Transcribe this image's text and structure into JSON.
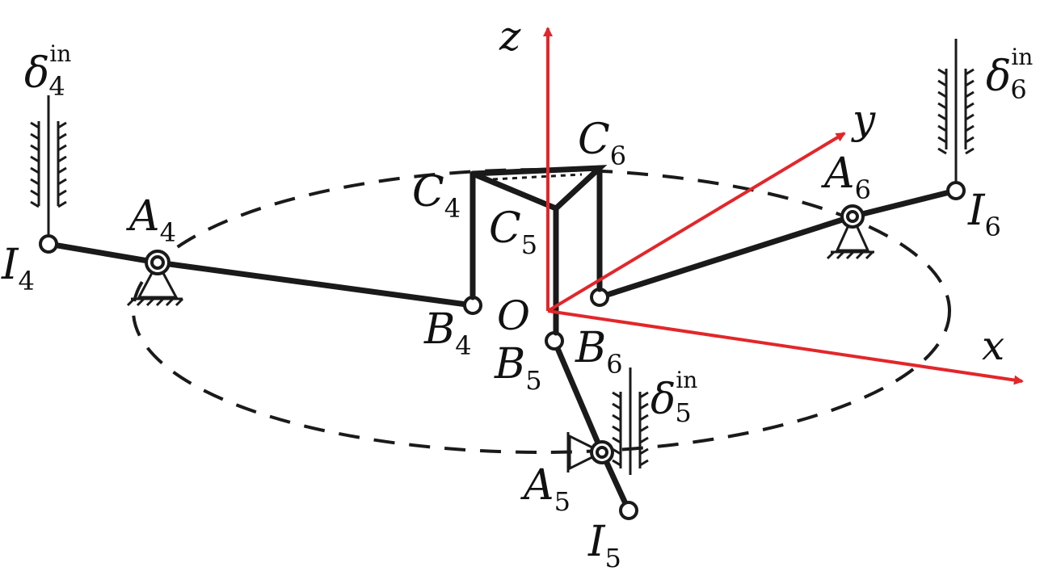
{
  "axes": {
    "x": "x",
    "y": "y",
    "z": "z",
    "origin": "O",
    "color": "#e3262a"
  },
  "joints": {
    "I4": {
      "base": "I",
      "sub": "4"
    },
    "I5": {
      "base": "I",
      "sub": "5"
    },
    "I6": {
      "base": "I",
      "sub": "6"
    },
    "A4": {
      "base": "A",
      "sub": "4"
    },
    "A5": {
      "base": "A",
      "sub": "5"
    },
    "A6": {
      "base": "A",
      "sub": "6"
    },
    "B4": {
      "base": "B",
      "sub": "4"
    },
    "B5": {
      "base": "B",
      "sub": "5"
    },
    "B6": {
      "base": "B",
      "sub": "6"
    },
    "C4": {
      "base": "C",
      "sub": "4"
    },
    "C5": {
      "base": "C",
      "sub": "5"
    },
    "C6": {
      "base": "C",
      "sub": "6"
    }
  },
  "inputs": {
    "d4": {
      "base": "δ",
      "sub": "4",
      "sup": "in"
    },
    "d5": {
      "base": "δ",
      "sub": "5",
      "sup": "in"
    },
    "d6": {
      "base": "δ",
      "sub": "6",
      "sup": "in"
    }
  },
  "line_color": "#1a1a1a"
}
